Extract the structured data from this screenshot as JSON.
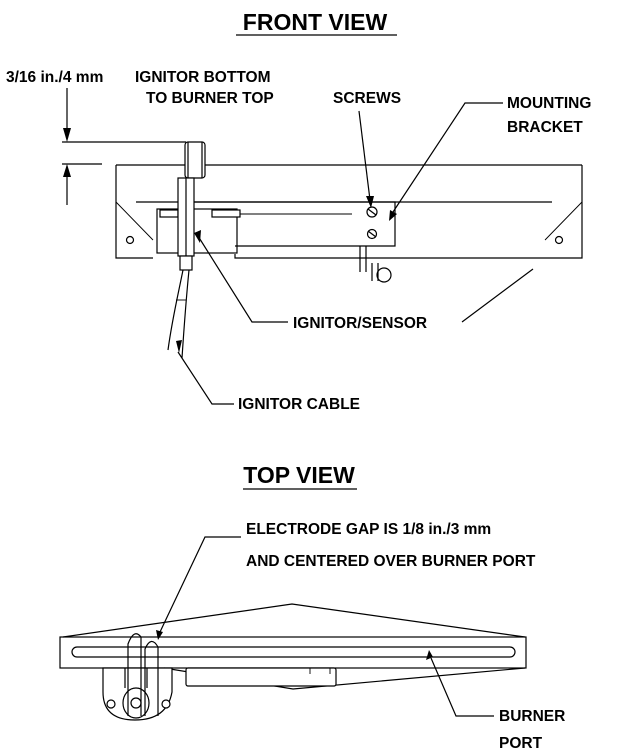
{
  "front_view": {
    "title": "FRONT VIEW",
    "labels": {
      "dimension": "3/16 in./4 mm",
      "ignitor_bottom_line1": "IGNITOR BOTTOM",
      "ignitor_bottom_line2": "TO BURNER TOP",
      "screws": "SCREWS",
      "mounting_line1": "MOUNTING",
      "mounting_line2": "BRACKET",
      "ignitor_sensor": "IGNITOR/SENSOR",
      "ignitor_cable": "IGNITOR CABLE"
    }
  },
  "top_view": {
    "title": "TOP VIEW",
    "labels": {
      "gap_line1": "ELECTRODE GAP IS 1/8 in./3 mm",
      "gap_line2": "AND CENTERED OVER BURNER PORT",
      "burner_line1": "BURNER",
      "burner_line2": "PORT"
    }
  }
}
